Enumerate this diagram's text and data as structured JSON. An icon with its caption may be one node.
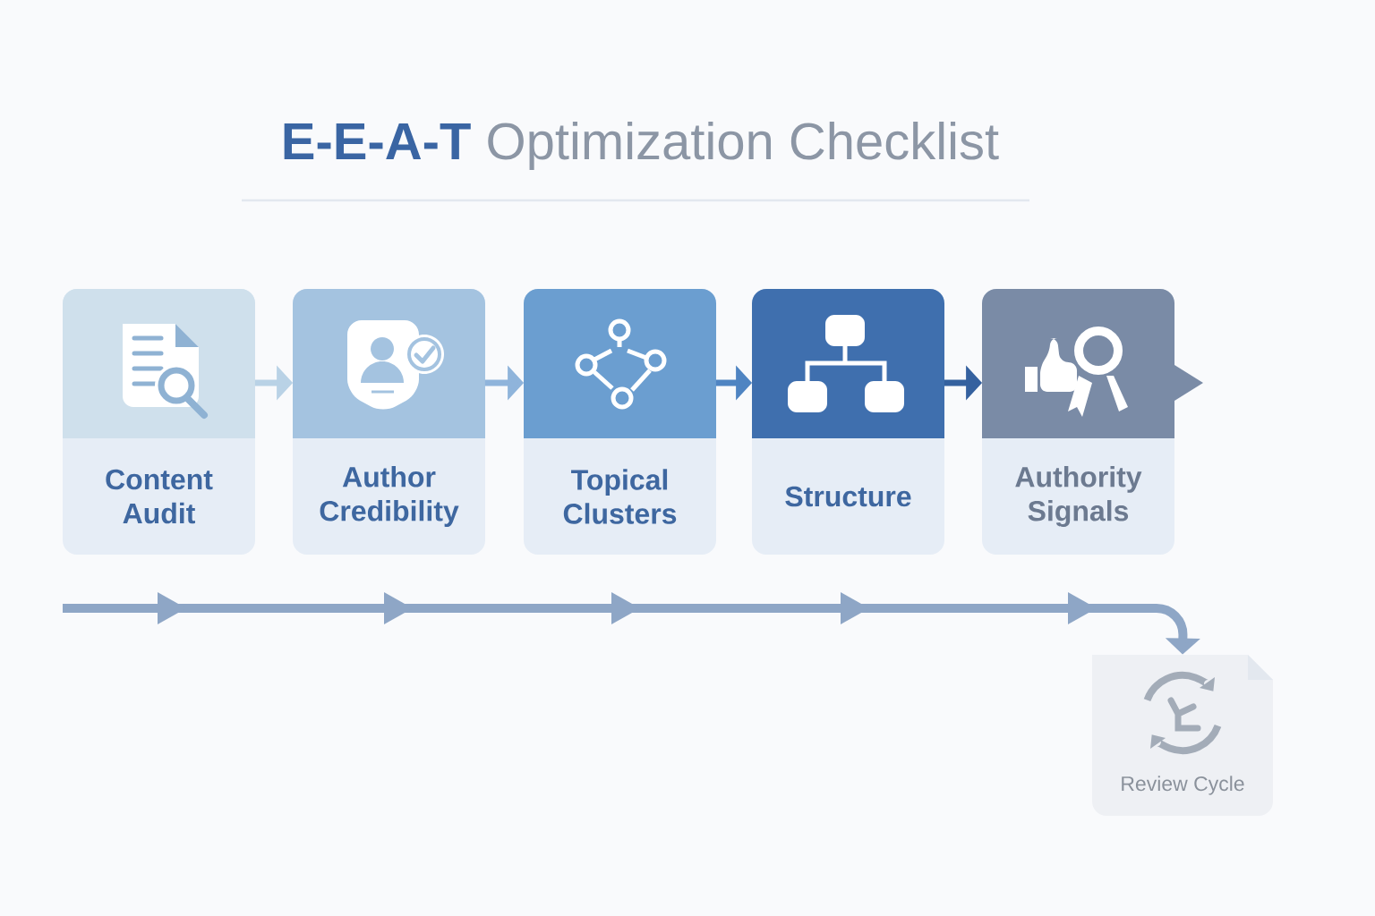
{
  "diagram": {
    "title": "**E-E-A-T** Optimization Checklist",
    "nodes": [
      {
        "text": [
          "Content Audit"
        ]
      },
      {
        "text": [
          "Author Credibility"
        ]
      },
      {
        "text": [
          "Topical Clusters"
        ]
      },
      {
        "text": [
          "Structure"
        ]
      },
      {
        "text": [
          "Authority Signals"
        ]
      },
      {
        "text": [
          "Review Cycle"
        ]
      }
    ],
    "edges": [
      {
        "from": 0,
        "to": 1,
        "arrow": "to",
        "color": "#b9d2e6"
      },
      {
        "from": 1,
        "to": 2,
        "arrow": "to",
        "color": "#8fb4db"
      },
      {
        "from": 2,
        "to": 3,
        "arrow": "to",
        "color": "#4f84c2"
      },
      {
        "from": 3,
        "to": 4,
        "arrow": "to",
        "color": "#35619f"
      },
      {
        "from": null,
        "to": 5,
        "arrow": "to",
        "color": "#8ea6c6"
      }
    ]
  }
}
